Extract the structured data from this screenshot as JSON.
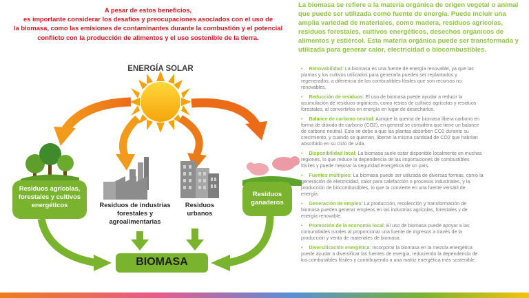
{
  "warning_lines": [
    "A pesar de estos beneficios,",
    "es importante considerar los desafíos y preocupaciones asociados con el uso de",
    "la biomasa, como las emisiones de contaminantes durante la combustión y el potencial",
    "conflicto con la producción de alimentos y el uso sostenible de la tierra."
  ],
  "diagram": {
    "solar_title": "ENERGÍA SOLAR",
    "box_agricola": [
      "Residuos agrícolas,",
      "forestales y cultivos",
      "energéticos"
    ],
    "box_ganaderos": [
      "Residuos",
      "ganaderos"
    ],
    "label_industrias": [
      "Residuos de industrias",
      "forestales y",
      "agroalimentarias"
    ],
    "label_urbanos": [
      "Residuos",
      "urbanos"
    ],
    "biomasa": "BIOMASA"
  },
  "intro_lines": [
    "La biomasa se refiere a la materia orgánica de origen vegetal o animal",
    "que puede ser utilizada como fuente de energía. Puede incluir una",
    "amplia variedad de materiales, como madera, residuos agrícolas,",
    "residuos forestales, cultivos energéticos, desechos orgánicos de",
    "alimentos y estiércol. Esta materia orgánica puede ser transformada y",
    "utilizada para generar calor, electricidad o biocombustibles."
  ],
  "bullets": [
    {
      "title": "Renovabilidad",
      "lines": [
        ": La biomasa es una fuente de energía renovable, ya que las",
        "plantas y los cultivos utilizados para generarla pueden ser replantados y",
        "regenerados, a diferencia de los combustibles fósiles que son recursos no",
        "renovables."
      ]
    },
    {
      "title": "Reducción de residuos",
      "lines": [
        ": El uso de biomasa puede ayudar a reducir la",
        "acumulación de residuos orgánicos, como restos de cultivos agrícolas y residuos",
        "forestales, al convertirlos en energía en lugar de desecharlos."
      ]
    },
    {
      "title": "Balance de carbono neutral",
      "lines": [
        ": Aunque la quema de biomasa libera carbono en",
        "forma de dióxido de carbono (CO2), en general se considera que tiene un balance",
        "de carbono neutral. Esto se debe a que las plantas absorben CO2 durante su",
        "crecimiento, y cuando se queman, liberan la misma cantidad de CO2 que habrían",
        "absorbido en su ciclo de vida."
      ]
    },
    {
      "title": "Disponibilidad local",
      "lines": [
        ": La biomasa suele estar disponible localmente en muchas",
        "regiones, lo que reduce la dependencia de las importaciones de combustibles",
        "fósiles y puede mejorar la seguridad energética de un país."
      ]
    },
    {
      "title": "Fuentes múltiples",
      "lines": [
        ": La biomasa puede ser utilizada de diversas formas, como la",
        "generación de electricidad, calor para calefacción o procesos industriales, y la",
        "producción de biocombustibles, lo que la convierte en una fuente versátil de",
        "energía."
      ]
    },
    {
      "title": "Generación de empleo",
      "lines": [
        ": La producción, recolección y transformación de",
        "biomasa pueden generar empleos en las industrias agrícolas, forestales y de",
        "energía renovable."
      ]
    },
    {
      "title": "Promoción de la economía local",
      "lines": [
        ": El uso de biomasa puede apoyar a las",
        "comunidades rurales al proporcionar una fuente de ingresos a través de la",
        "producción y venta de materiales de biomasa."
      ]
    },
    {
      "title": "Diversificación energética",
      "lines": [
        ": Incorporar la biomasa en la mezcla energética",
        "puede ayudar a diversificar las fuentes de energía, reduciendo la dependencia de",
        "los combustibles fósiles y contribuyendo a una matriz energética más sostenible."
      ]
    }
  ],
  "colors": {
    "warning": "#e0141e",
    "green": "#8cc63e",
    "box_green": "#7ab42e",
    "orange": "#f07d1a",
    "sun": "#fcc20f",
    "body_text": "#7a7a7a"
  }
}
